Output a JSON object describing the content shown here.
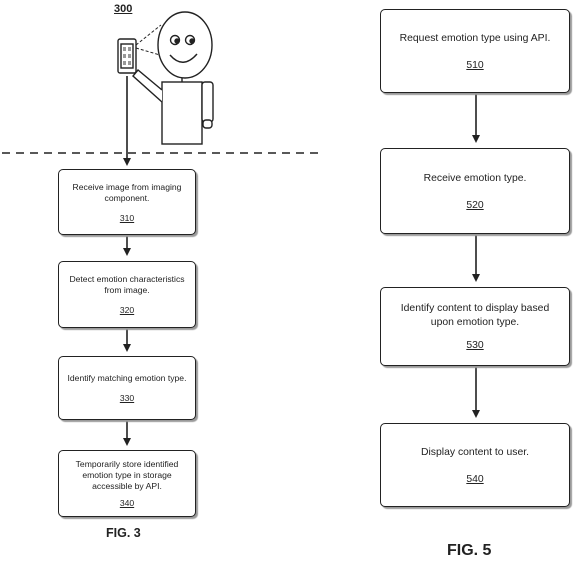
{
  "fig3": {
    "ref": "300",
    "caption": "FIG. 3",
    "steps": [
      {
        "text": "Receive image from imaging component.",
        "num": "310"
      },
      {
        "text": "Detect emotion characteristics from image.",
        "num": "320"
      },
      {
        "text": "Identify matching emotion type.",
        "num": "330"
      },
      {
        "text": "Temporarily store identified emotion type in storage accessible by API.",
        "num": "340"
      }
    ]
  },
  "fig5": {
    "caption": "FIG. 5",
    "steps": [
      {
        "text": "Request emotion type using API.",
        "num": "510"
      },
      {
        "text": "Receive emotion type.",
        "num": "520"
      },
      {
        "text": "Identify content to display based upon emotion type.",
        "num": "530"
      },
      {
        "text": "Display content to user.",
        "num": "540"
      }
    ]
  }
}
